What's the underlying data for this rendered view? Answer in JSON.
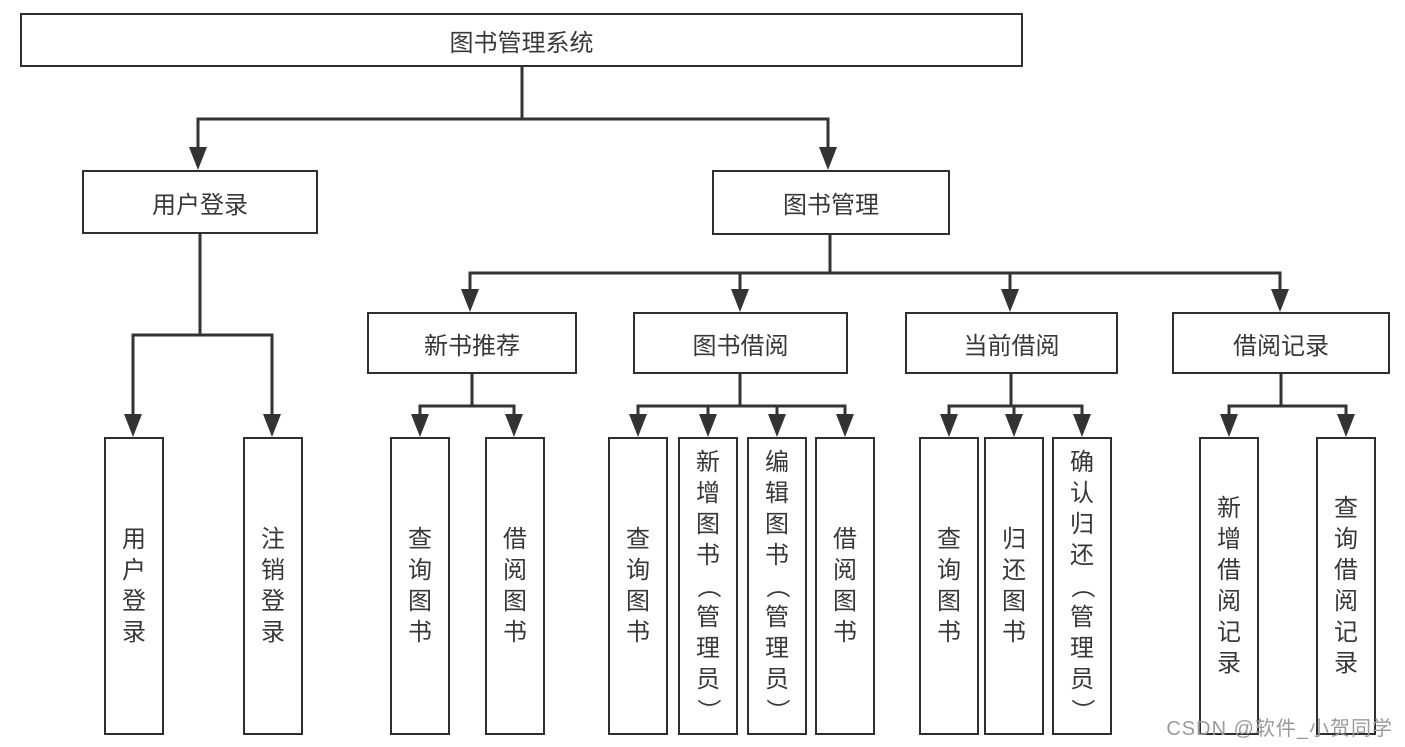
{
  "diagram_title": "图书管理系统",
  "colors": {
    "line": "#333333",
    "box_border": "#2f2f2f",
    "text": "#383838",
    "watermark": "#9b9b9b",
    "background": "#ffffff"
  },
  "watermark": "CSDN @软件_小贺同学",
  "tree": {
    "id": "library-system",
    "label": "图书管理系统",
    "children": [
      {
        "id": "user-login",
        "label": "用户登录",
        "children": [
          {
            "id": "user-login-leaf",
            "label": "用户登录",
            "vertical": true
          },
          {
            "id": "logout-leaf",
            "label": "注销登录",
            "vertical": true
          }
        ]
      },
      {
        "id": "book-management",
        "label": "图书管理",
        "children": [
          {
            "id": "new-book-recommend",
            "label": "新书推荐",
            "children": [
              {
                "id": "nb-query-books",
                "label": "查询图书",
                "vertical": true
              },
              {
                "id": "nb-borrow-books",
                "label": "借阅图书",
                "vertical": true
              }
            ]
          },
          {
            "id": "book-borrowing",
            "label": "图书借阅",
            "children": [
              {
                "id": "bb-query-books",
                "label": "查询图书",
                "vertical": true
              },
              {
                "id": "bb-add-books-admin",
                "label": "新增图书（管理员）",
                "vertical": true
              },
              {
                "id": "bb-edit-books-admin",
                "label": "编辑图书（管理员）",
                "vertical": true
              },
              {
                "id": "bb-borrow-books",
                "label": "借阅图书",
                "vertical": true
              }
            ]
          },
          {
            "id": "current-borrowing",
            "label": "当前借阅",
            "children": [
              {
                "id": "cb-query-books",
                "label": "查询图书",
                "vertical": true
              },
              {
                "id": "cb-return-books",
                "label": "归还图书",
                "vertical": true
              },
              {
                "id": "cb-confirm-return-admin",
                "label": "确认归还（管理员）",
                "vertical": true
              }
            ]
          },
          {
            "id": "borrowing-records",
            "label": "借阅记录",
            "children": [
              {
                "id": "br-add-record",
                "label": "新增借阅记录",
                "vertical": true
              },
              {
                "id": "br-query-record",
                "label": "查询借阅记录",
                "vertical": true
              }
            ]
          }
        ]
      }
    ]
  }
}
